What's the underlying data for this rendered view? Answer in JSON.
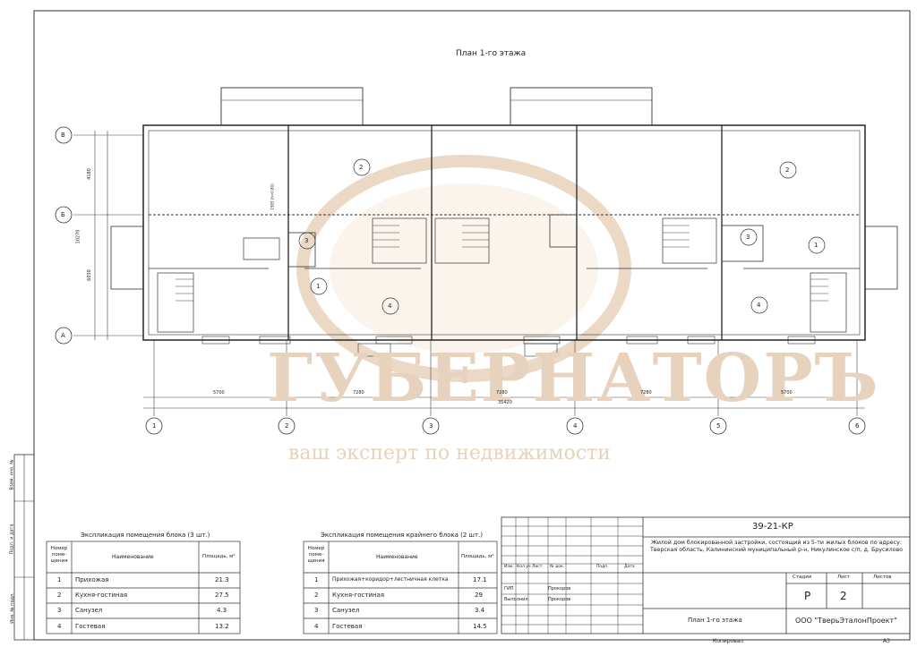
{
  "plan": {
    "title": "План 1-го этажа",
    "axes_rows": [
      "В",
      "Б",
      "А"
    ],
    "axes_cols": [
      "1",
      "2",
      "3",
      "4",
      "5",
      "6"
    ],
    "dims_left": [
      "4180",
      "10270",
      "6030"
    ],
    "dims_bottom": [
      "5700",
      "7280",
      "7280",
      "7280",
      "5700"
    ],
    "dim_total": "35420",
    "dim_vertical_small": "1565 (h=0.80)",
    "room_numbers": [
      "1",
      "2",
      "3",
      "4",
      "1",
      "2",
      "3",
      "4"
    ]
  },
  "watermark": {
    "brand": "ГУБЕРНАТОРЪ",
    "slogan": "ваш эксперт по недвижимости"
  },
  "table1": {
    "title": "Экспликация помещения блока (3 шт.)",
    "headers": [
      "Номер поме-щения",
      "Наименование",
      "Площадь, м²"
    ],
    "rows": [
      {
        "n": "1",
        "name": "Прихожая",
        "area": "21.3"
      },
      {
        "n": "2",
        "name": "Кухня-гостиная",
        "area": "27.5"
      },
      {
        "n": "3",
        "name": "Санузел",
        "area": "4.3"
      },
      {
        "n": "4",
        "name": "Гостевая",
        "area": "13.2"
      }
    ]
  },
  "table2": {
    "title": "Экспликация помещения крайнего блока (2 шт.)",
    "headers": [
      "Номер поме-щения",
      "Наименование",
      "Площадь, м²"
    ],
    "rows": [
      {
        "n": "1",
        "name": "Прихожая+коридор+лестничная клетка",
        "area": "17.1"
      },
      {
        "n": "2",
        "name": "Кухня-гостиная",
        "area": "29"
      },
      {
        "n": "3",
        "name": "Санузел",
        "area": "3.4"
      },
      {
        "n": "4",
        "name": "Гостевая",
        "area": "14.5"
      }
    ]
  },
  "side_labels": [
    "Взам. инв. №",
    "Подп. и дата",
    "Инв. № подл."
  ],
  "stamp": {
    "code": "39-21-КР",
    "description": "Жилой дом блокированной застройки, состоящий из 5-ти жилых блоков по адресу: Тверская область, Калининский муниципальный р-н, Никулинское с/п, д. Брусилово",
    "col_headers": [
      "Изм.",
      "Кол.уч",
      "Лист",
      "№ док.",
      "Подп.",
      "Дата"
    ],
    "gip_label": "ГИП",
    "gip_name": "Прокоров",
    "made_label": "Выполнил",
    "made_name": "Прокоров",
    "stage_label": "Стадия",
    "sheet_label": "Лист",
    "sheets_label": "Листов",
    "stage": "Р",
    "sheet": "2",
    "sheets": "",
    "sheet_name": "План 1-го этажа",
    "company": "ООО \"ТверьЭталонПроект\""
  },
  "footer": {
    "copied": "Копировал",
    "format": "А3"
  }
}
